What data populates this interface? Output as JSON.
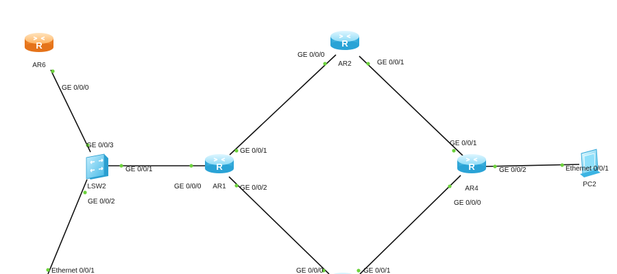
{
  "colors": {
    "link": "#111111",
    "port_dot": "#6cd23c",
    "router_blue_top": "#b9ecff",
    "router_blue_body": "#3fb6e6",
    "router_orange_top": "#ffd29a",
    "router_orange_body": "#f28a24",
    "switch_blue": "#5ec8ef"
  },
  "devices": {
    "ar6": {
      "label": "AR6",
      "type": "router",
      "icon": "router-icon",
      "color": "orange"
    },
    "ar2": {
      "label": "AR2",
      "type": "router",
      "icon": "router-icon",
      "color": "blue"
    },
    "ar1": {
      "label": "AR1",
      "type": "router",
      "icon": "router-icon",
      "color": "blue"
    },
    "ar4": {
      "label": "AR4",
      "type": "router",
      "icon": "router-icon",
      "color": "blue"
    },
    "lsw2": {
      "label": "LSW2",
      "type": "switch",
      "icon": "switch-icon"
    },
    "pc2": {
      "label": "PC2",
      "type": "pc",
      "icon": "pc-icon"
    }
  },
  "ports": {
    "ar6_ge000": "GE 0/0/0",
    "lsw2_ge003": "GE 0/0/3",
    "lsw2_ge001": "GE 0/0/1",
    "lsw2_ge002": "GE 0/0/2",
    "ar1_ge000": "GE 0/0/0",
    "ar1_ge001": "GE 0/0/1",
    "ar1_ge002": "GE 0/0/2",
    "ar2_ge000": "GE 0/0/0",
    "ar2_ge001": "GE 0/0/1",
    "ar4_ge001": "GE 0/0/1",
    "ar4_ge002": "GE 0/0/2",
    "ar4_ge000": "GE 0/0/0",
    "pc2_eth001": "Ethernet 0/0/1",
    "bottom_left_eth001": "Ethernet 0/0/1",
    "bottom_ge000": "GE 0/0/0",
    "bottom_ge001": "GE 0/0/1"
  }
}
